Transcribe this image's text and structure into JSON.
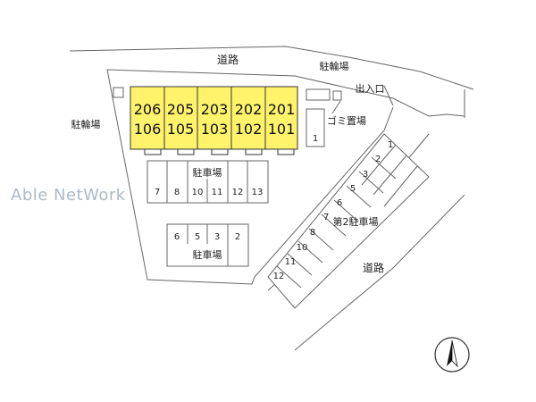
{
  "labels": {
    "road_top": "道路",
    "road_right": "道路",
    "bike_left": "駐輪場",
    "bike_right": "駐輪場",
    "entrance": "出入口",
    "garbage": "ゴミ置場",
    "parking_a": "駐車場",
    "parking_b": "駐車場",
    "parking_second": "第2駐車場",
    "annex_unit": "1",
    "watermark": "Able NetWork"
  },
  "units": [
    {
      "upper": "206",
      "lower": "106"
    },
    {
      "upper": "205",
      "lower": "105"
    },
    {
      "upper": "203",
      "lower": "103"
    },
    {
      "upper": "202",
      "lower": "102"
    },
    {
      "upper": "201",
      "lower": "101"
    }
  ],
  "parking_a_spaces": [
    "7",
    "8",
    "10",
    "11",
    "12",
    "13"
  ],
  "parking_b_spaces": [
    "6",
    "5",
    "3",
    "2"
  ],
  "parking_second_spaces": [
    "1",
    "2",
    "3",
    "5",
    "6",
    "7",
    "8",
    "10",
    "11",
    "12"
  ],
  "colors": {
    "unit_fill": "#fff36b",
    "line": "#555555"
  }
}
